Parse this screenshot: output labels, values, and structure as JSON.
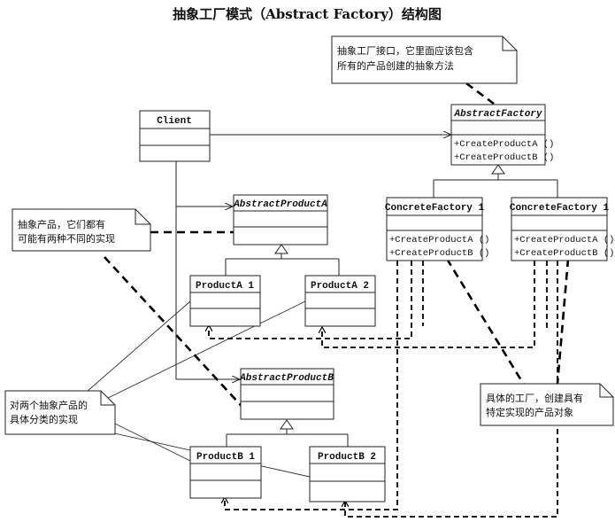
{
  "title": "抽象工厂模式（Abstract Factory）结构图",
  "classes": {
    "client": {
      "name": "Client"
    },
    "abstract_factory": {
      "name": "AbstractFactory",
      "ops": [
        "+CreateProductA ()",
        "+CreateProductB ()"
      ]
    },
    "concrete_factory_1": {
      "name": "ConcreteFactory 1",
      "ops": [
        "+CreateProductA ()",
        "+CreateProductB ()"
      ]
    },
    "concrete_factory_2": {
      "name": "ConcreteFactory 1",
      "ops": [
        "+CreateProductA ()",
        "+CreateProductB ()"
      ]
    },
    "abstract_product_a": {
      "name": "AbstractProductA"
    },
    "abstract_product_b": {
      "name": "AbstractProductB"
    },
    "product_a1": {
      "name": "ProductA 1"
    },
    "product_a2": {
      "name": "ProductA 2"
    },
    "product_b1": {
      "name": "ProductB 1"
    },
    "product_b2": {
      "name": "ProductB 2"
    }
  },
  "notes": {
    "factory_interface": [
      "抽象工厂接口，它里面应该包含",
      "所有的产品创建的抽象方法"
    ],
    "abstract_products": [
      "抽象产品，它们都有",
      "可能有两种不同的实现"
    ],
    "concrete_products": [
      "对两个抽象产品的",
      "具体分类的实现"
    ],
    "concrete_factories": [
      "具体的工厂，创建具有",
      "特定实现的产品对象"
    ]
  }
}
